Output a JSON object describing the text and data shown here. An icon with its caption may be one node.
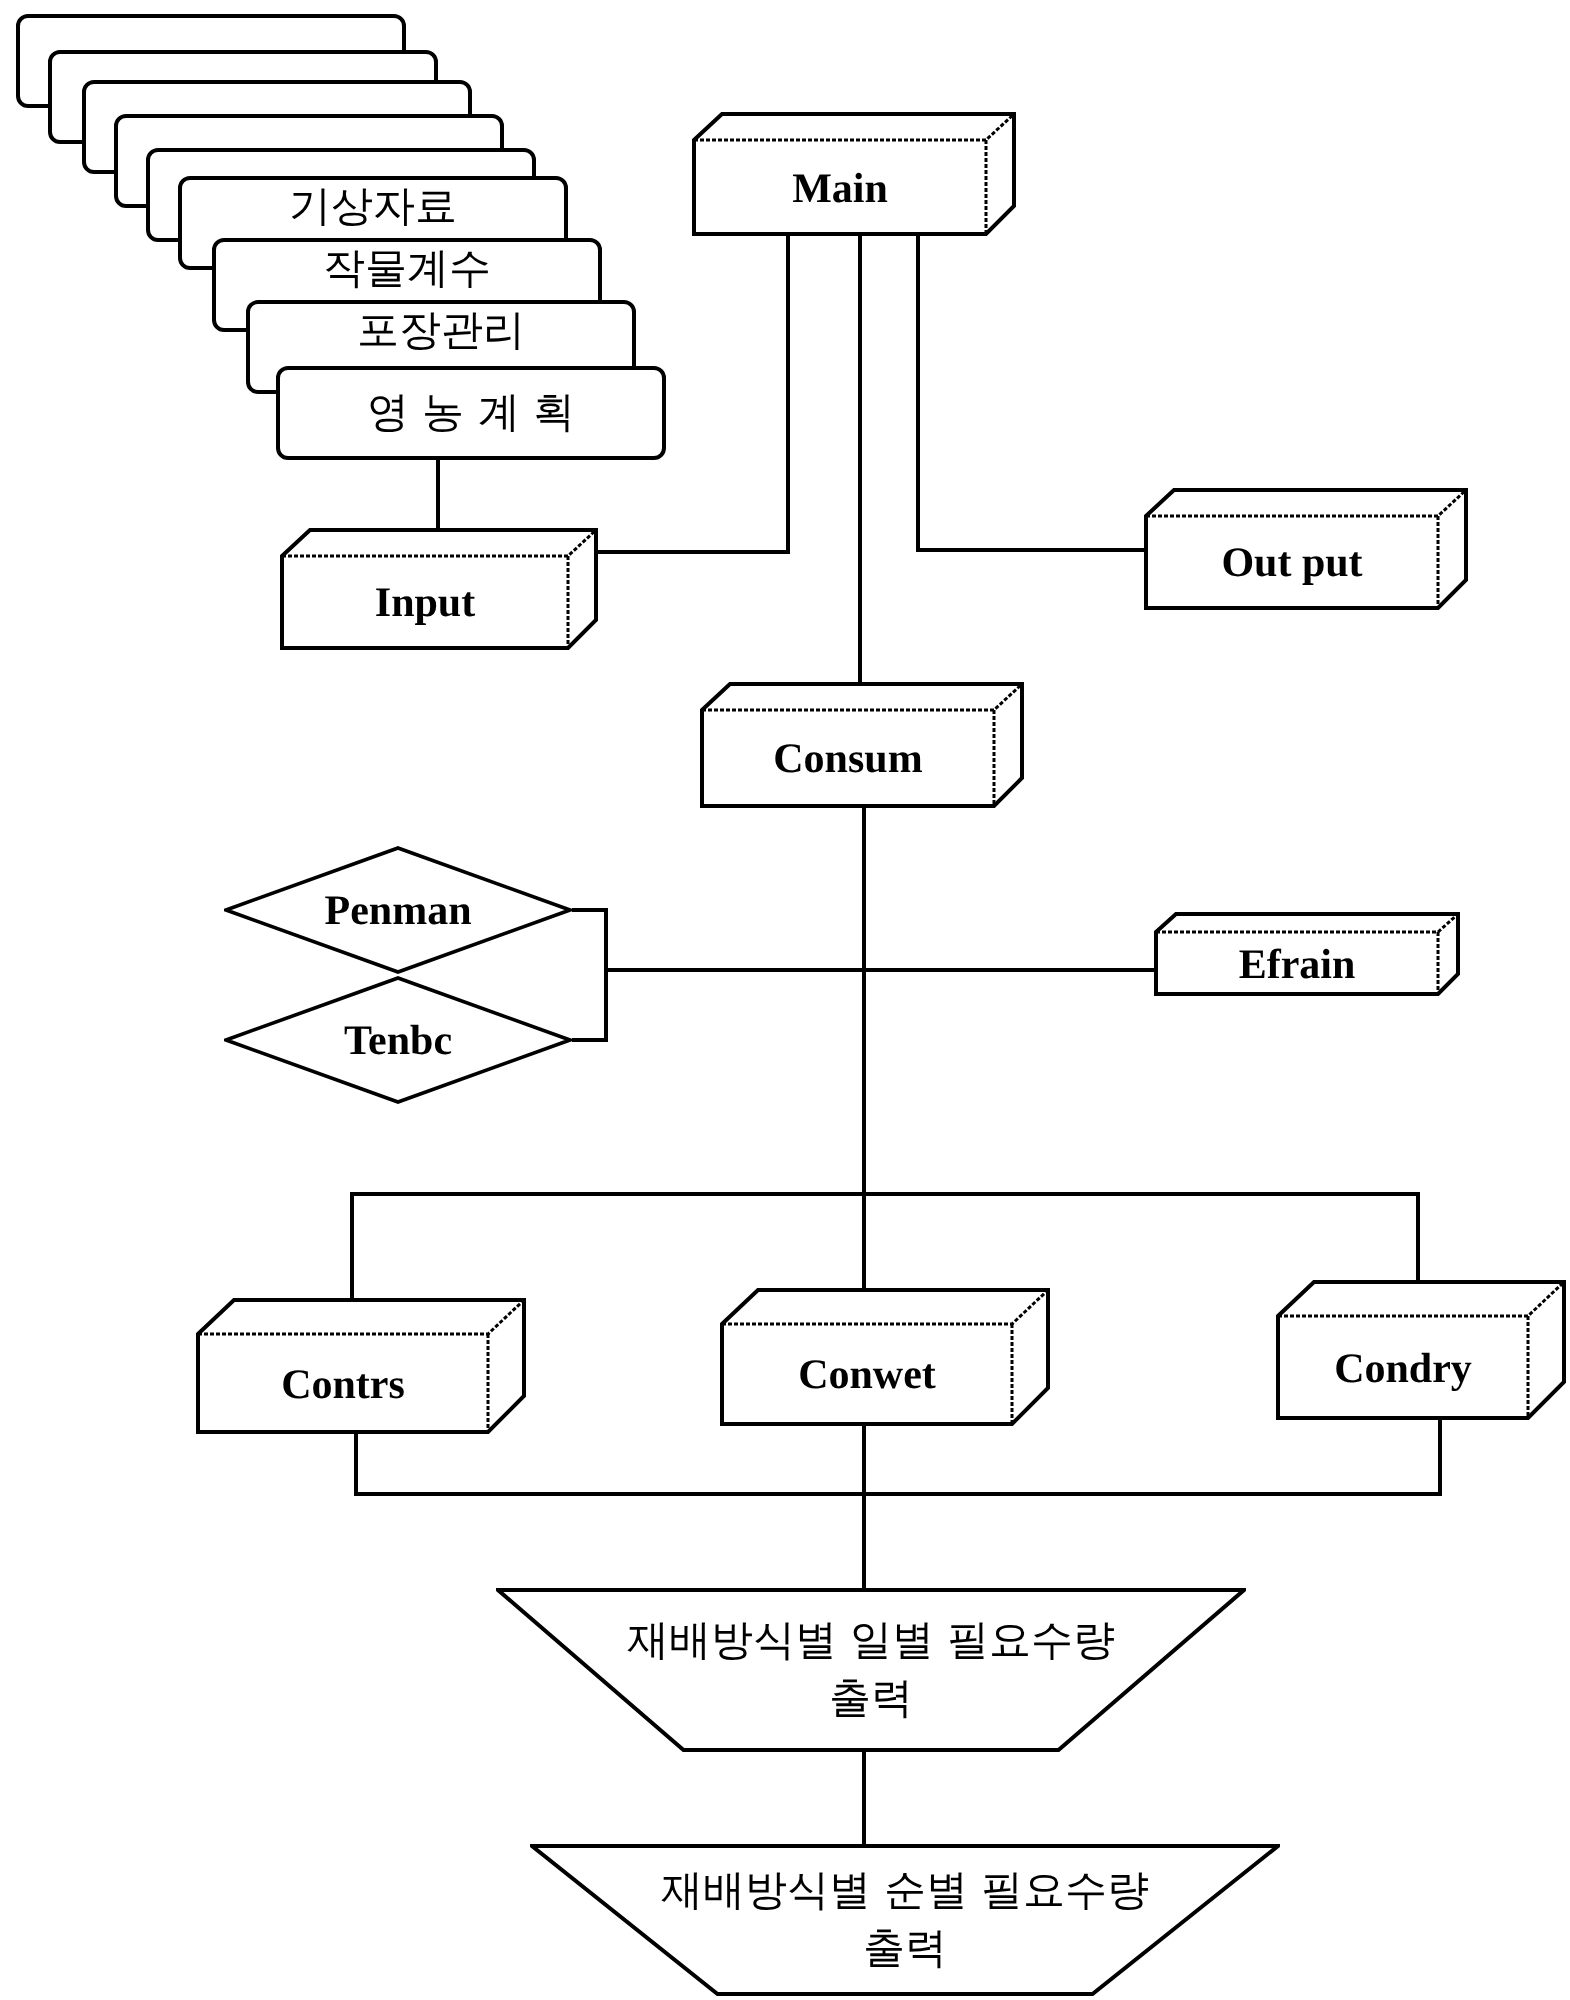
{
  "diagram": {
    "nodes": [
      {
        "text": [],
        "shape": "box"
      },
      {
        "text": [],
        "shape": "box"
      },
      {
        "text": [],
        "shape": "box"
      },
      {
        "text": [],
        "shape": "box"
      },
      {
        "text": [],
        "shape": "box"
      },
      {
        "text": [
          "기상자료"
        ]
      },
      {
        "text": [
          "작물계수"
        ]
      },
      {
        "text": [
          "포장관리"
        ]
      },
      {
        "text": [
          "영 농 계 획"
        ]
      },
      {
        "text": [
          "Main"
        ]
      },
      {
        "text": [
          "Input"
        ]
      },
      {
        "text": [
          "Out put"
        ]
      },
      {
        "text": [
          "Consum"
        ]
      },
      {
        "text": [
          "Penman"
        ]
      },
      {
        "text": [
          "Tenbc"
        ]
      },
      {
        "text": [
          "Efrain"
        ]
      },
      {
        "text": [
          "Contrs"
        ]
      },
      {
        "text": [
          "Conwet"
        ]
      },
      {
        "text": [
          "Condry"
        ]
      },
      {
        "text": [
          "재배방식별 일별 필요수량 출력"
        ]
      },
      {
        "text": [
          "재배방식별 순별 필요수량 출력"
        ]
      }
    ],
    "edges": [
      {
        "from": 8,
        "to": 10,
        "arrow": "none"
      },
      {
        "from": 9,
        "to": 10,
        "arrow": "none"
      },
      {
        "from": 9,
        "to": 12,
        "arrow": "none"
      },
      {
        "from": 9,
        "to": 11,
        "arrow": "none"
      },
      {
        "from": 12,
        "to": 13,
        "arrow": "none"
      },
      {
        "from": 12,
        "to": 14,
        "arrow": "none"
      },
      {
        "from": 12,
        "to": 15,
        "arrow": "none"
      },
      {
        "from": 12,
        "to": 16,
        "arrow": "none"
      },
      {
        "from": 12,
        "to": 17,
        "arrow": "none"
      },
      {
        "from": 12,
        "to": 18,
        "arrow": "none"
      },
      {
        "from": 16,
        "to": 19,
        "arrow": "none"
      },
      {
        "from": 17,
        "to": 19,
        "arrow": "none"
      },
      {
        "from": 18,
        "to": 19,
        "arrow": "none"
      },
      {
        "from": 19,
        "to": 20,
        "arrow": "none"
      }
    ]
  }
}
